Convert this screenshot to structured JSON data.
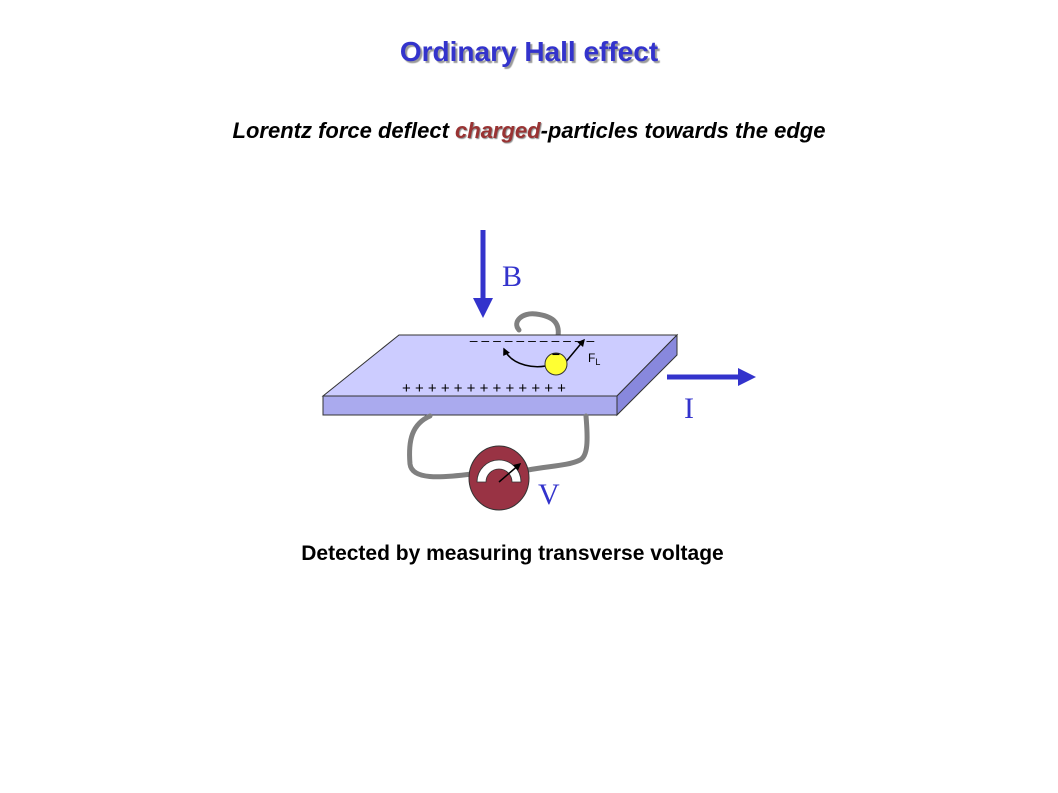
{
  "title": "Ordinary Hall effect",
  "subtitle": {
    "before": "Lorentz force deflect ",
    "highlight": "charged",
    "after": "-particles towards the edge"
  },
  "caption": "Detected by measuring transverse voltage",
  "labels": {
    "field": "B",
    "current": "I",
    "voltage": "V",
    "force_main": "F",
    "force_sub": "L",
    "electron_sign": "−",
    "top_charges": "– – – – – – – – – – –",
    "bottom_charges": "+ + + + + + + + + + + + +"
  },
  "colors": {
    "title": "#3333cc",
    "highlight": "#993333",
    "arrows": "#3333cc",
    "plate_top": "#ccccff",
    "plate_side": "#aaaaee",
    "electron": "#ffff33",
    "meter": "#993344",
    "wire": "#808080"
  }
}
